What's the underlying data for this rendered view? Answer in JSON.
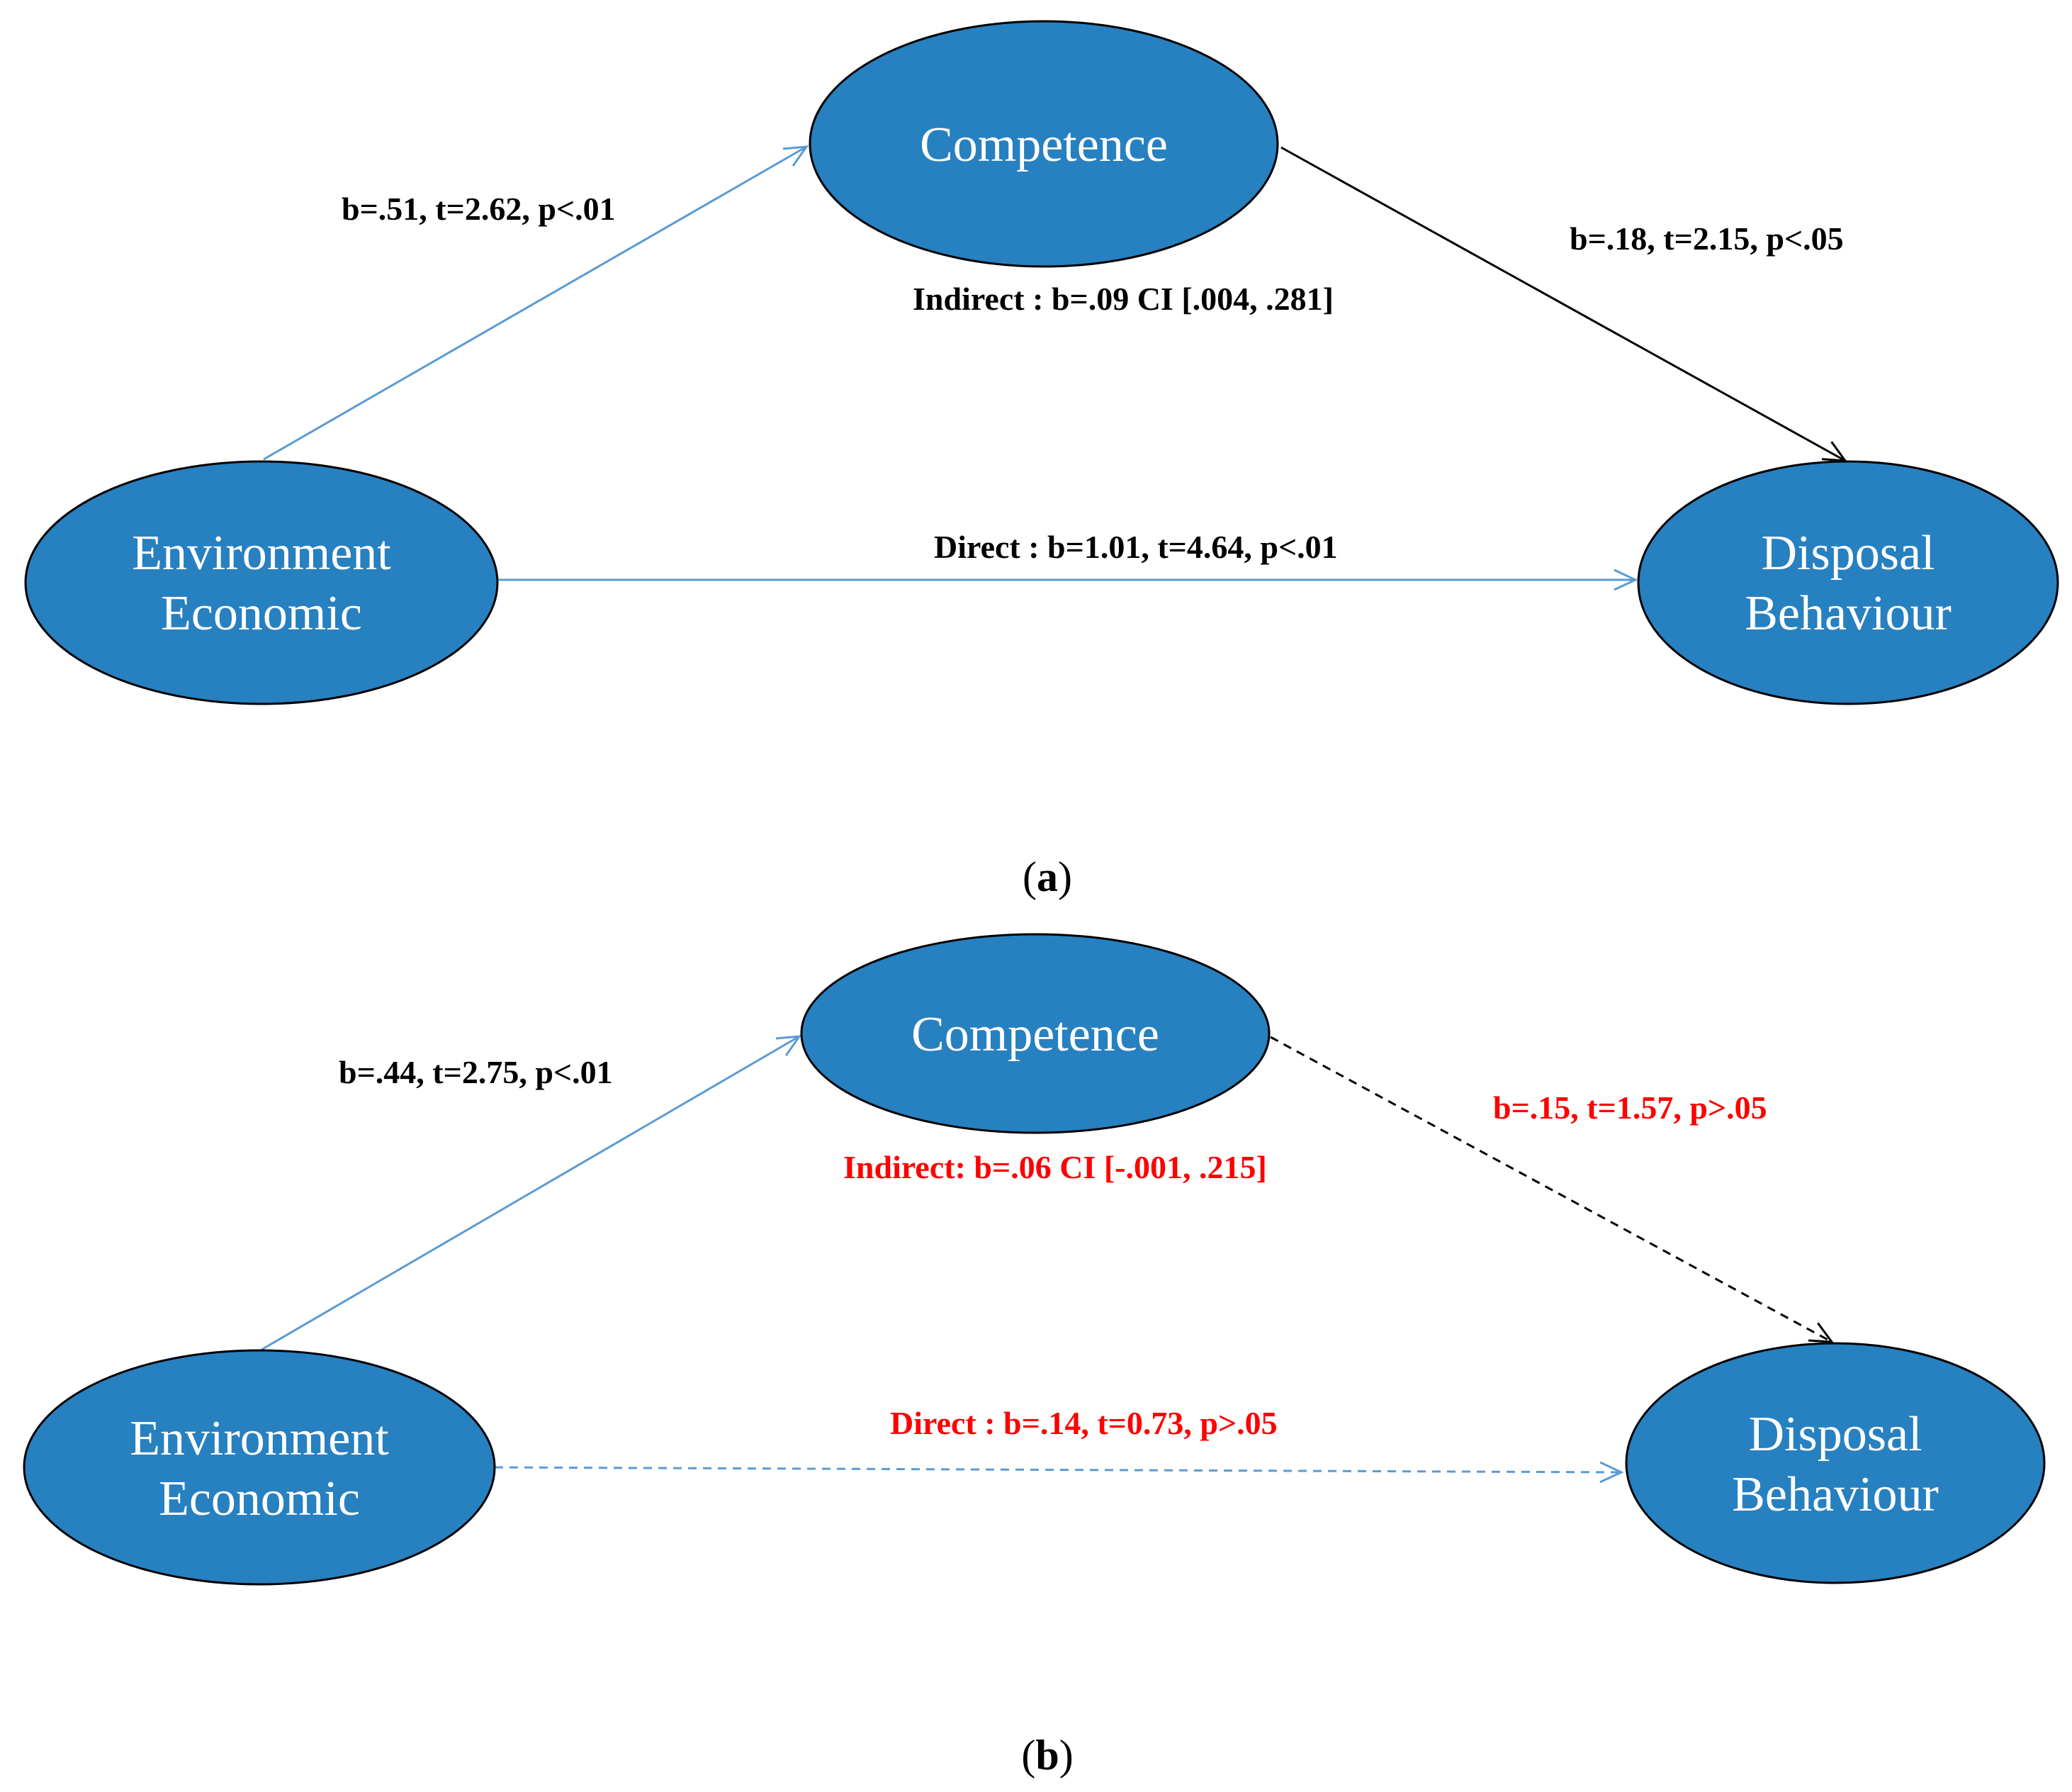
{
  "colors": {
    "node_fill": "#2780C0",
    "node_text": "#ffffff",
    "arrow_blue": "#5B9BD5",
    "arrow_black": "#000000",
    "label_black": "#000000",
    "label_red": "#FF0000"
  },
  "panel_a": {
    "caption_open": "(",
    "caption_letter": "a",
    "caption_close": ")",
    "nodes": {
      "competence": "Competence",
      "environment_line1": "Environment",
      "environment_line2": "Economic",
      "disposal_line1": "Disposal",
      "disposal_line2": "Behaviour"
    },
    "labels": {
      "path_a": "b=.51, t=2.62, p<.01",
      "path_b": "b=.18, t=2.15, p<.05",
      "indirect": "Indirect : b=.09 CI [.004, .281]",
      "direct": "Direct : b=1.01, t=4.64, p<.01"
    }
  },
  "panel_b": {
    "caption_open": "(",
    "caption_letter": "b",
    "caption_close": ")",
    "nodes": {
      "competence": "Competence",
      "environment_line1": "Environment",
      "environment_line2": "Economic",
      "disposal_line1": "Disposal",
      "disposal_line2": "Behaviour"
    },
    "labels": {
      "path_a": "b=.44, t=2.75, p<.01",
      "path_b": "b=.15, t=1.57, p>.05",
      "indirect": "Indirect: b=.06 CI [-.001, .215]",
      "direct": "Direct : b=.14, t=0.73, p>.05"
    }
  }
}
